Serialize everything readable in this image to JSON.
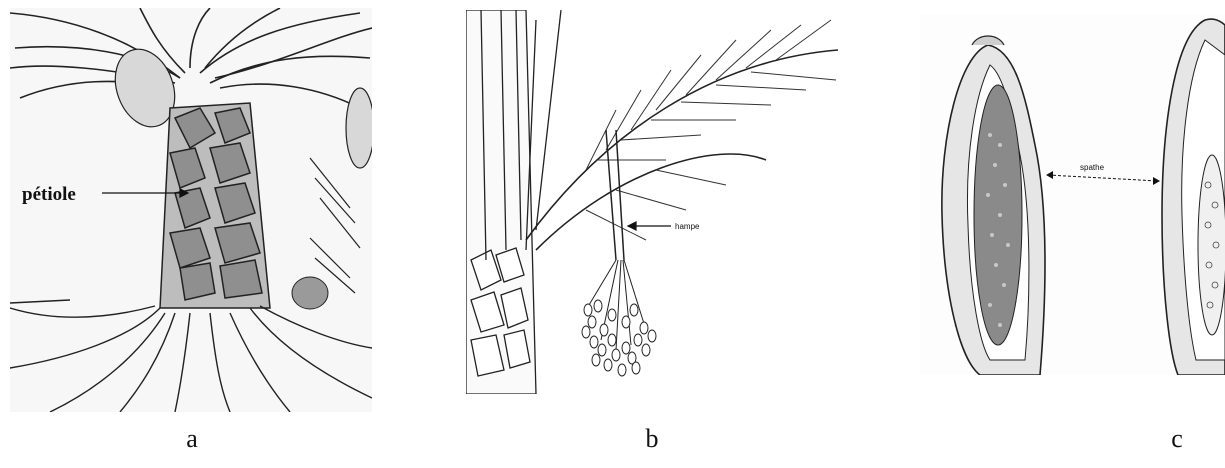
{
  "figure": {
    "panels": [
      {
        "caption": "a",
        "label": "pétiole"
      },
      {
        "caption": "b",
        "label": "hampe"
      },
      {
        "caption": "c",
        "label": "spathe"
      }
    ]
  }
}
